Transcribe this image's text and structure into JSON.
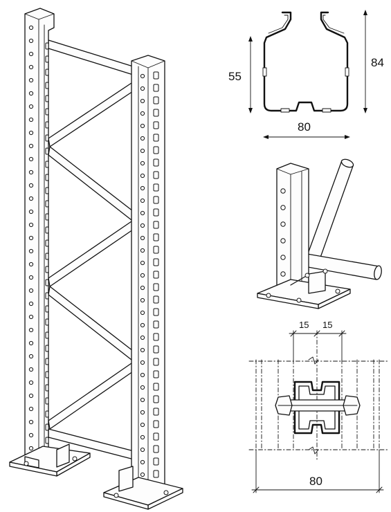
{
  "section_profile": {
    "width_label": "80",
    "inner_height_label": "55",
    "outer_height_label": "84"
  },
  "splice_joint": {
    "left_offset_label": "15",
    "right_offset_label": "15",
    "width_label": "80"
  }
}
